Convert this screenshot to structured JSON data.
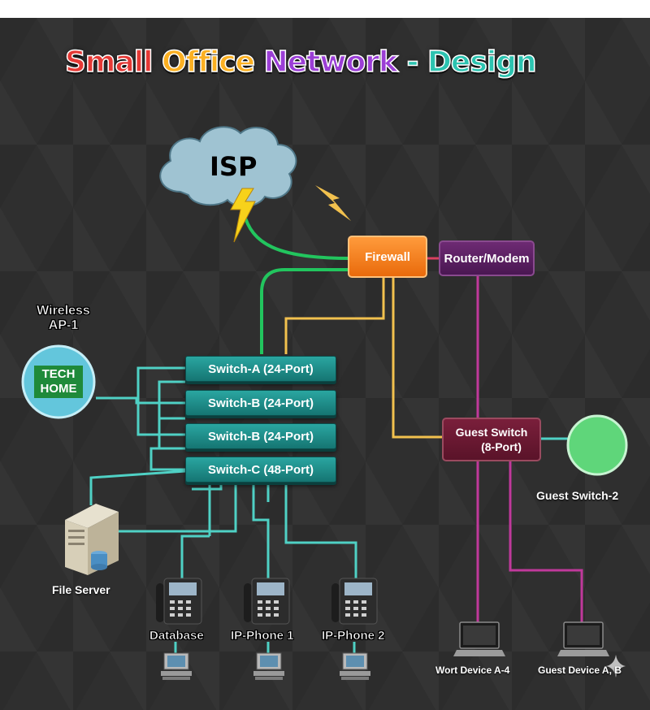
{
  "title": {
    "part1": "Small",
    "part2": "Office",
    "part3": "Network",
    "part4": "- Design"
  },
  "nodes": {
    "isp": "ISP",
    "firewall": "Firewall",
    "router": "Router/Modem",
    "switch_a": "Switch-A (24-Port)",
    "switch_b1": "Switch-B (24-Port)",
    "switch_b2": "Switch-B (24-Port)",
    "switch_c": "Switch-C (48-Port)",
    "guest_switch_line1": "Guest Switch",
    "guest_switch_line2": "(8-Port)",
    "guest_switch_2": "Guest Switch-2",
    "wireless_ap_line1": "Wireless",
    "wireless_ap_line2": "AP-1",
    "tech_line1": "TECH",
    "tech_line2": "HOME",
    "file_server": "File Server",
    "database": "Database",
    "ip_phone_1": "IP-Phone 1",
    "ip_phone_2": "IP-Phone 2",
    "wort_device": "Wort Device A-4",
    "guest_device": "Guest Device A, B"
  },
  "colors": {
    "green_link": "#22c55e",
    "yellow_link": "#f2c14e",
    "teal_link": "#4fd1c5",
    "magenta_link": "#c0399b",
    "red_link": "#d94060"
  },
  "icons": {
    "isp": "cloud-icon",
    "lightning": "lightning-icon",
    "server": "server-icon",
    "phone": "ip-phone-icon",
    "workstation": "desktop-computer-icon",
    "laptop": "laptop-icon",
    "sparkle": "sparkle-icon"
  }
}
